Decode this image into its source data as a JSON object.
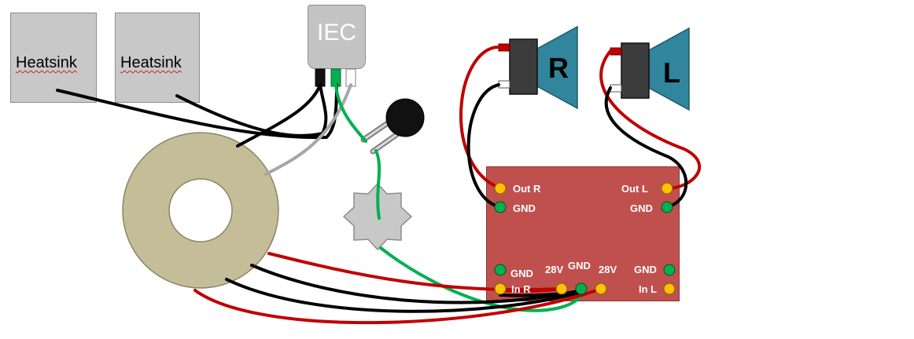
{
  "heatsinks": [
    {
      "label": "Heatsink"
    },
    {
      "label": "Heatsink"
    }
  ],
  "iec": {
    "label": "IEC"
  },
  "speakers": [
    {
      "label": "R"
    },
    {
      "label": "L"
    }
  ],
  "amp_board": {
    "out_r": "Out R",
    "gnd_r": "GND",
    "out_l": "Out L",
    "gnd_l": "GND",
    "gnd_in_r": "GND",
    "in_r": "In R",
    "v28_left": "28V",
    "gnd_mid": "GND",
    "v28_right": "28V",
    "gnd_in_l": "GND",
    "in_l": "In L"
  },
  "colors": {
    "wire_red": "#c00000",
    "wire_black": "#000000",
    "wire_green": "#00b050",
    "wire_gray": "#a6a6a6",
    "board": "#c0504d",
    "toroid": "#c4bd97",
    "speaker_cone": "#31859c",
    "terminal_yellow": "#ffc000",
    "terminal_green": "#00b050",
    "heatsink": "#c8c8c8"
  }
}
